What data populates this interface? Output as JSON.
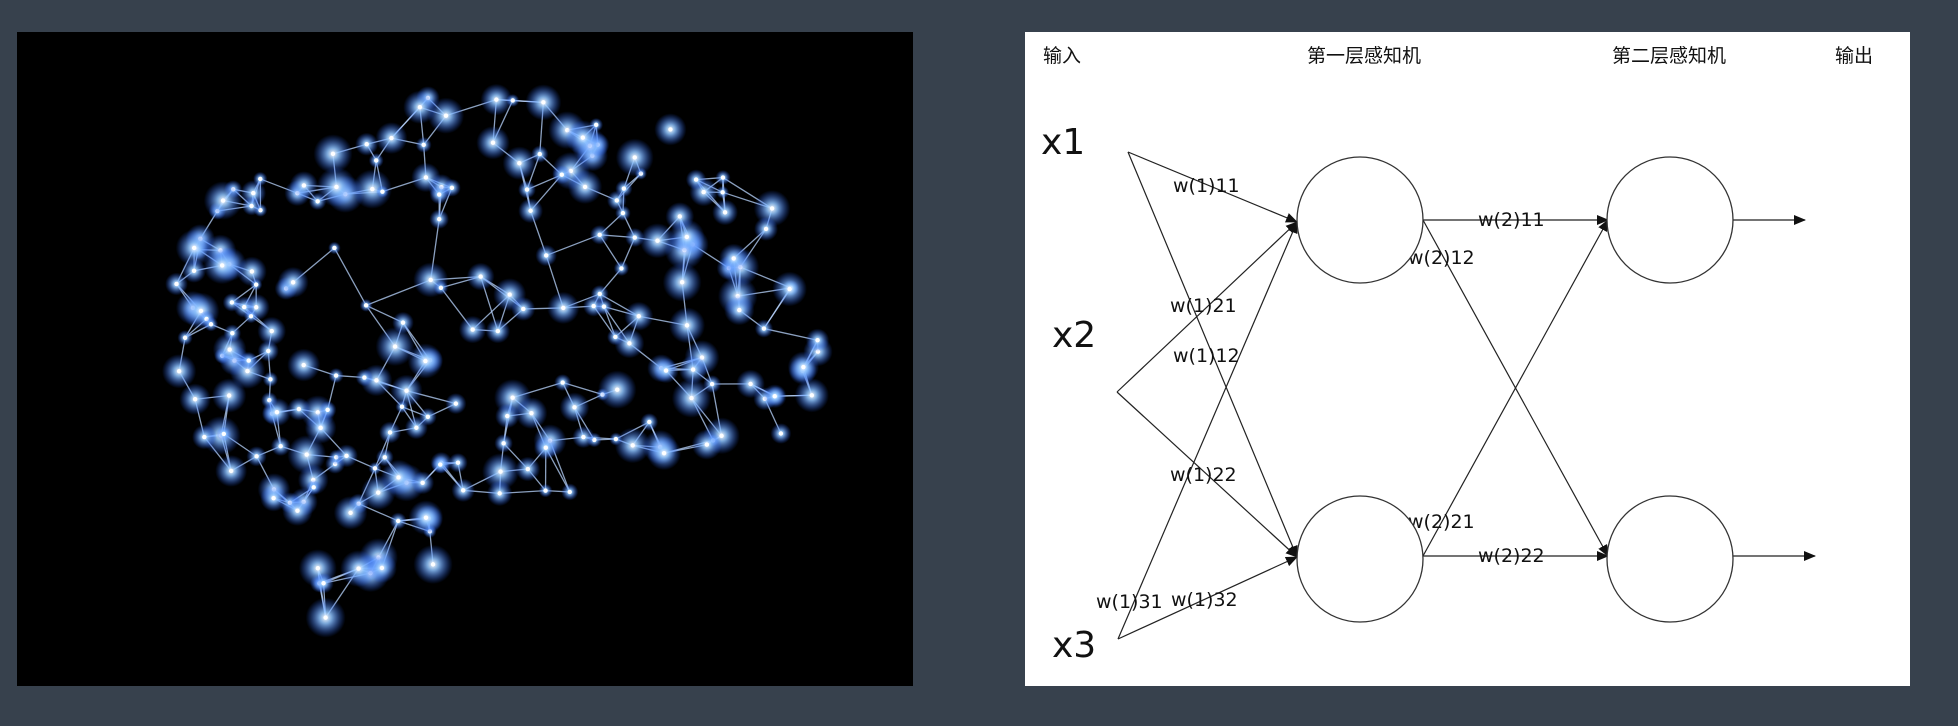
{
  "diagram": {
    "headers": {
      "input": "输入",
      "layer1": "第一层感知机",
      "layer2": "第二层感知机",
      "output": "输出"
    },
    "inputs": [
      "x1",
      "x2",
      "x3"
    ],
    "weights_layer1": [
      "w(1)11",
      "w(1)21",
      "w(1)12",
      "w(1)22",
      "w(1)31",
      "w(1)32"
    ],
    "weights_layer2": [
      "w(2)11",
      "w(2)12",
      "w(2)21",
      "w(2)22"
    ]
  },
  "colors": {
    "background": "#37414d",
    "brain_glow": "#7fb8ff",
    "diagram_bg": "#ffffff"
  },
  "images": {
    "brain": "glowing-brain-network-illustration"
  }
}
